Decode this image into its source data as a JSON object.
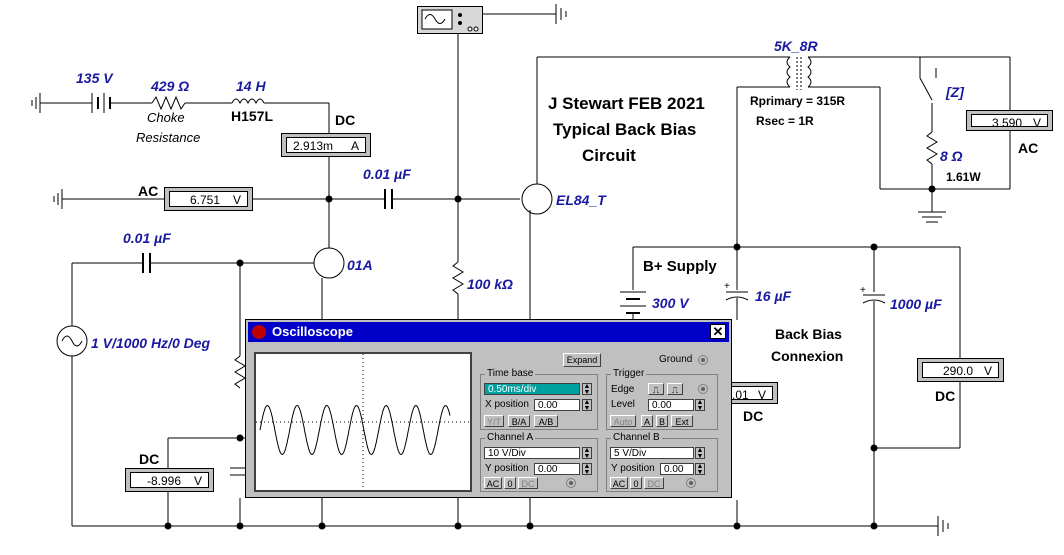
{
  "title": {
    "line1": "J Stewart FEB 2021",
    "line2": "Typical Back Bias",
    "line3": "Circuit"
  },
  "components": {
    "source_voltage": "135 V",
    "choke_resistance": "429 Ω",
    "choke_label_1": "Choke",
    "choke_label_2": "Resistance",
    "choke_inductance": "14 H",
    "choke_model": "H157L",
    "coupling_cap_1": "0.01 µF",
    "coupling_cap_2": "0.01 µF",
    "tube_output": "EL84_T",
    "tube_input": "01A",
    "grid_resistor": "100 kΩ",
    "signal_source": "1 V/1000 Hz/0 Deg",
    "transformer": "5K_8R",
    "rprimary": "Rprimary = 315R",
    "rsec": "Rsec = 1R",
    "switch_key": "[Z]",
    "load_resistor": "8 Ω",
    "load_power": "1.61W",
    "bplus_label": "B+ Supply",
    "bplus_voltage": "300 V",
    "filter_cap_1": "16 µF",
    "filter_cap_2": "1000 µF",
    "back_bias_1": "Back Bias",
    "back_bias_2": "Connexion"
  },
  "meters": {
    "plate_current": {
      "mode": "DC",
      "value": "2.913m",
      "unit": "A"
    },
    "grid_ac": {
      "mode": "AC",
      "value": "6.751",
      "unit": "V"
    },
    "output_ac": {
      "mode": "AC",
      "value": "3.590",
      "unit": "V"
    },
    "bias_dc": {
      "mode": "DC",
      "value": "-8.996",
      "unit": "V"
    },
    "cathode_dc": {
      "mode": "DC",
      "value": ".01",
      "unit": "V"
    },
    "supply_dc": {
      "mode": "DC",
      "value": "290.0",
      "unit": "V"
    }
  },
  "oscilloscope": {
    "title": "Oscilloscope",
    "expand": "Expand",
    "ground": "Ground",
    "timebase": {
      "label": "Time base",
      "value": "0.50ms/div",
      "xpos_label": "X position",
      "xpos": "0.00",
      "modes": [
        "Y/T",
        "B/A",
        "A/B"
      ]
    },
    "trigger": {
      "label": "Trigger",
      "edge_label": "Edge",
      "level_label": "Level",
      "level": "0.00",
      "modes": [
        "Auto",
        "A",
        "B",
        "Ext"
      ]
    },
    "channel_a": {
      "label": "Channel A",
      "value": "10 V/Div",
      "ypos_label": "Y position",
      "ypos": "0.00",
      "coupling": [
        "AC",
        "0",
        "DC"
      ]
    },
    "channel_b": {
      "label": "Channel B",
      "value": "5 V/Div",
      "ypos_label": "Y position",
      "ypos": "0.00",
      "coupling": [
        "AC",
        "0",
        "DC"
      ]
    },
    "waveform": {
      "cycles_visible": 6.4,
      "amplitude_fraction": 0.3
    }
  },
  "colors": {
    "wire": "#000000",
    "label_blue": "#1a1aa0",
    "titlebar": "#0000c8",
    "panel": "#c0c0c0",
    "selected_field": "#00a0a0",
    "close_icon": "#c00000"
  }
}
